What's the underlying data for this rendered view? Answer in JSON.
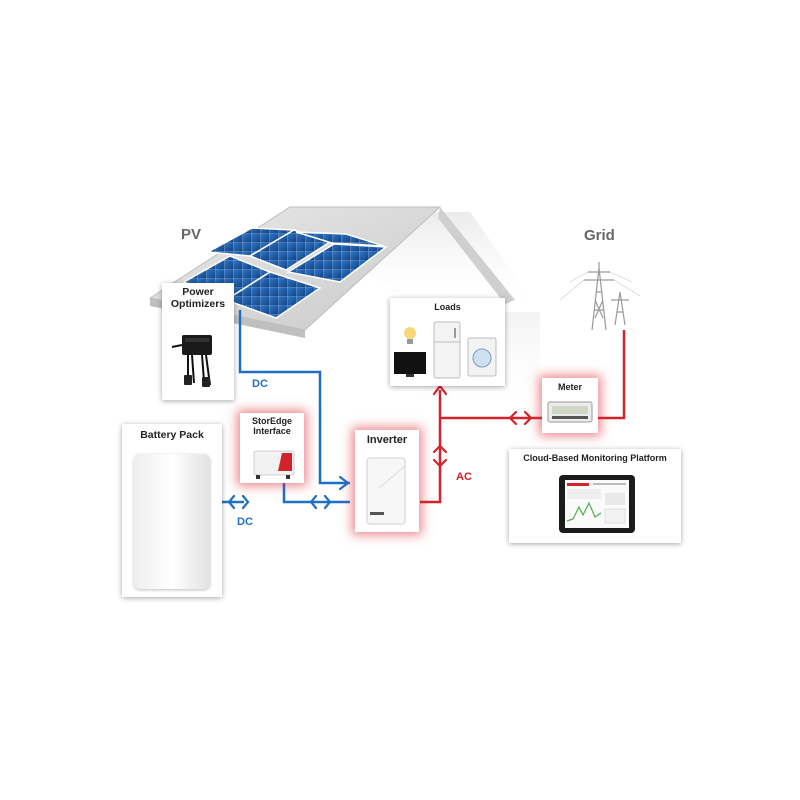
{
  "labels": {
    "pv": "PV",
    "grid": "Grid",
    "dc_top": "DC",
    "dc_bottom": "DC",
    "ac": "AC"
  },
  "cards": {
    "power_optimizers": "Power\nOptimizers",
    "battery_pack": "Battery Pack",
    "storedge_interface": "StorEdge\nInterface",
    "inverter": "Inverter",
    "loads": "Loads",
    "meter": "Meter",
    "monitoring": "Cloud-Based Monitoring Platform"
  },
  "colors": {
    "dc_line": "#1f6fc4",
    "ac_line": "#d2232a",
    "roof": "#d9d9d9",
    "panel": "#1e5aa8"
  }
}
